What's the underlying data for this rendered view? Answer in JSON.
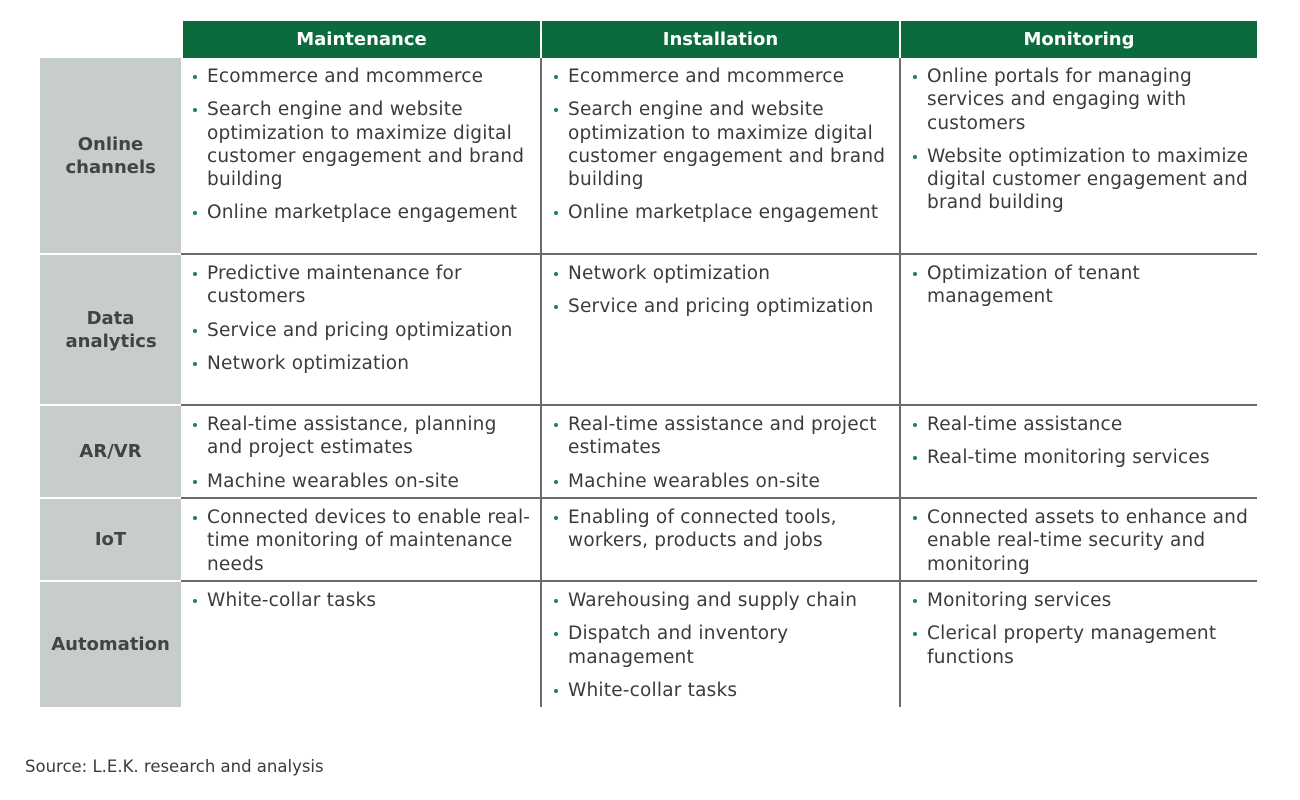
{
  "table": {
    "columns": [
      "Maintenance",
      "Installation",
      "Monitoring"
    ],
    "rows": [
      {
        "label": "Online channels",
        "cells": [
          [
            "Ecommerce and mcommerce",
            "Search engine and website optimization to maximize digital customer engagement and brand building",
            "Online marketplace engagement"
          ],
          [
            "Ecommerce and mcommerce",
            "Search engine and website optimization to maximize digital customer engagement and brand building",
            "Online marketplace engagement"
          ],
          [
            "Online portals for managing services and engaging with customers",
            "Website optimization to maximize digital customer engagement and brand building"
          ]
        ]
      },
      {
        "label": "Data analytics",
        "cells": [
          [
            "Predictive maintenance for customers",
            "Service and pricing optimization",
            "Network optimization"
          ],
          [
            "Network optimization",
            "Service and pricing optimization"
          ],
          [
            "Optimization of tenant management"
          ]
        ]
      },
      {
        "label": "AR/VR",
        "cells": [
          [
            "Real-time assistance, planning and project estimates",
            "Machine wearables on-site"
          ],
          [
            "Real-time assistance and project estimates",
            "Machine wearables on-site"
          ],
          [
            "Real-time assistance",
            "Real-time monitoring services"
          ]
        ]
      },
      {
        "label": "IoT",
        "cells": [
          [
            "Connected devices to enable real-time monitoring of maintenance needs"
          ],
          [
            "Enabling of connected tools, workers, products and jobs"
          ],
          [
            "Connected assets to enhance and enable real-time security and monitoring"
          ]
        ]
      },
      {
        "label": "Automation",
        "cells": [
          [
            "White-collar tasks"
          ],
          [
            "Warehousing and supply chain",
            "Dispatch and inventory management",
            "White-collar tasks"
          ],
          [
            "Monitoring services",
            "Clerical property management functions"
          ]
        ]
      }
    ]
  },
  "source": "Source: L.E.K. research and analysis",
  "colors": {
    "header_green": "#0b6b3c",
    "row_header_gray": "#c6cdcb",
    "bullet_green": "#1a8a4a"
  }
}
